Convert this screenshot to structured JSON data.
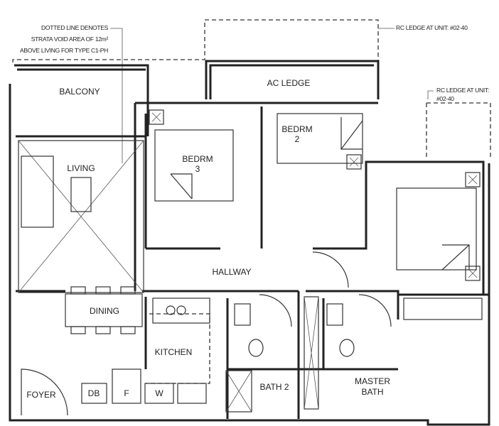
{
  "annotations": {
    "void_note": [
      "DOTTED LINE DENOTES",
      "STRATA VOID AREA OF 12m²",
      "ABOVE LIVING FOR TYPE C1-PH"
    ],
    "rc_ledge_top": "RC LEDGE AT UNIT: #02-40",
    "rc_ledge_right": [
      "RC LEDGE AT UNIT:",
      "#02-40"
    ]
  },
  "rooms": {
    "balcony": "BALCONY",
    "ac_ledge": "AC LEDGE",
    "living": "LIVING",
    "bedroom3": [
      "BEDRM",
      "3"
    ],
    "bedroom2": [
      "BEDRM",
      "2"
    ],
    "hallway": "HALLWAY",
    "dining": "DINING",
    "kitchen": "KITCHEN",
    "foyer": "FOYER",
    "db": "DB",
    "fridge": "F",
    "washer": "W",
    "bath2": "BATH 2",
    "master_bath": [
      "MASTER",
      "BATH"
    ]
  }
}
